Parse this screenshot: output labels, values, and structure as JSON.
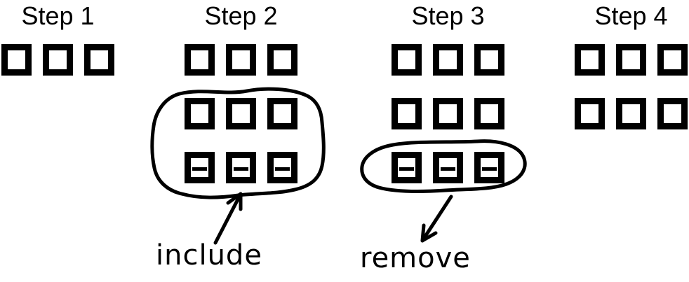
{
  "figure": {
    "background_color": "#ffffff",
    "ink_color": "#000000",
    "steps": [
      {
        "label": "Step 1",
        "rows": [
          [
            0,
            0,
            0
          ]
        ],
        "circled_rows": [],
        "annotation": null
      },
      {
        "label": "Step 2",
        "rows": [
          [
            0,
            0,
            0
          ],
          [
            0,
            0,
            0
          ],
          [
            1,
            1,
            1
          ]
        ],
        "circled_rows": [
          2,
          3
        ],
        "annotation": "include"
      },
      {
        "label": "Step 3",
        "rows": [
          [
            0,
            0,
            0
          ],
          [
            0,
            0,
            0
          ],
          [
            1,
            1,
            1
          ]
        ],
        "circled_rows": [
          3
        ],
        "annotation": "remove"
      },
      {
        "label": "Step 4",
        "rows": [
          [
            0,
            0,
            0
          ],
          [
            0,
            0,
            0
          ]
        ],
        "circled_rows": [],
        "annotation": null
      }
    ]
  }
}
